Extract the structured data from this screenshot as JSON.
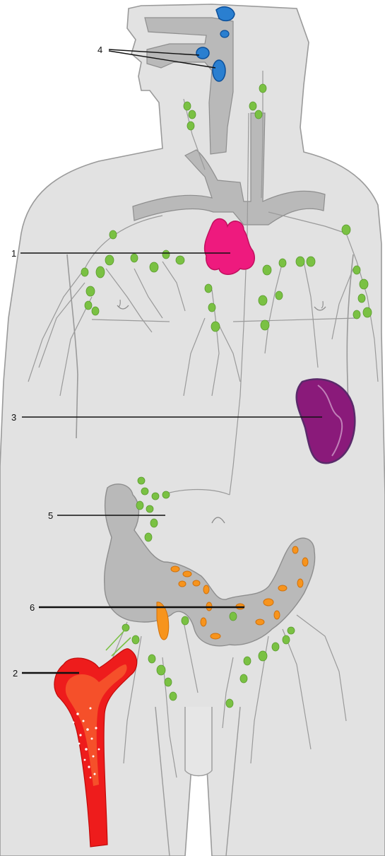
{
  "labels": {
    "l1": "1",
    "l2": "2",
    "l3": "3",
    "l4": "4",
    "l5": "5",
    "l6": "6"
  },
  "colors": {
    "body": "#e2e2e2",
    "outline": "#9a9a9a",
    "organ_gray": "#b9b9b9",
    "thymus": "#ee1a7e",
    "spleen": "#8a1a7a",
    "tonsils": "#2a7fd0",
    "bone_marrow": "#ee1c1c",
    "peyer_patches": "#f7941d",
    "lymph_nodes": "#7ac143"
  }
}
